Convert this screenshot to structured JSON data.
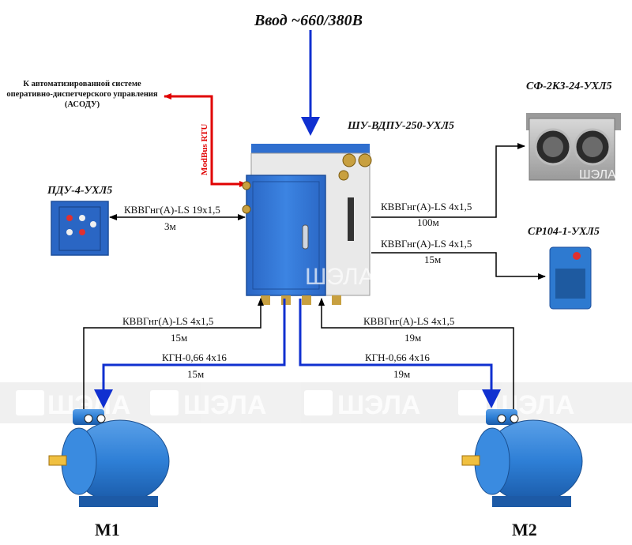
{
  "input_label": "Ввод ~660/380В",
  "asodu_label": "К автоматизированной системе оперативно-диспетчерского управления (АСОДУ)",
  "modbus_label": "ModBus RTU",
  "main_unit": "ШУ-ВДПУ-250-УХЛ5",
  "pdu_unit": "ПДУ-4-УХЛ5",
  "sf_unit": "СФ-2КЗ-24-УХЛ5",
  "sr_unit": "СР104-1-УХЛ5",
  "watermark": "ШЭЛА",
  "links": {
    "pdu_cable": "КВВГнг(А)-LS 19х1,5",
    "pdu_len": "3м",
    "sf_cable": "КВВГнг(А)-LS 4х1,5",
    "sf_len": "100м",
    "sr_cable": "КВВГнг(А)-LS 4х1,5",
    "sr_len": "15м",
    "m1_ctrl_cable": "КВВГнг(А)-LS 4х1,5",
    "m1_ctrl_len": "15м",
    "m1_power_cable": "КГН-0,66 4х16",
    "m1_power_len": "15м",
    "m2_ctrl_cable": "КВВГнг(А)-LS 4х1,5",
    "m2_ctrl_len": "19м",
    "m2_power_cable": "КГН-0,66 4х16",
    "m2_power_len": "19м"
  },
  "motor1": "M1",
  "motor2": "M2",
  "colors": {
    "power": "#1030d0",
    "modbus": "#e00000",
    "signal": "#000000",
    "cabinet_blue": "#2c6fd1",
    "motor_blue": "#2e7fd6"
  }
}
